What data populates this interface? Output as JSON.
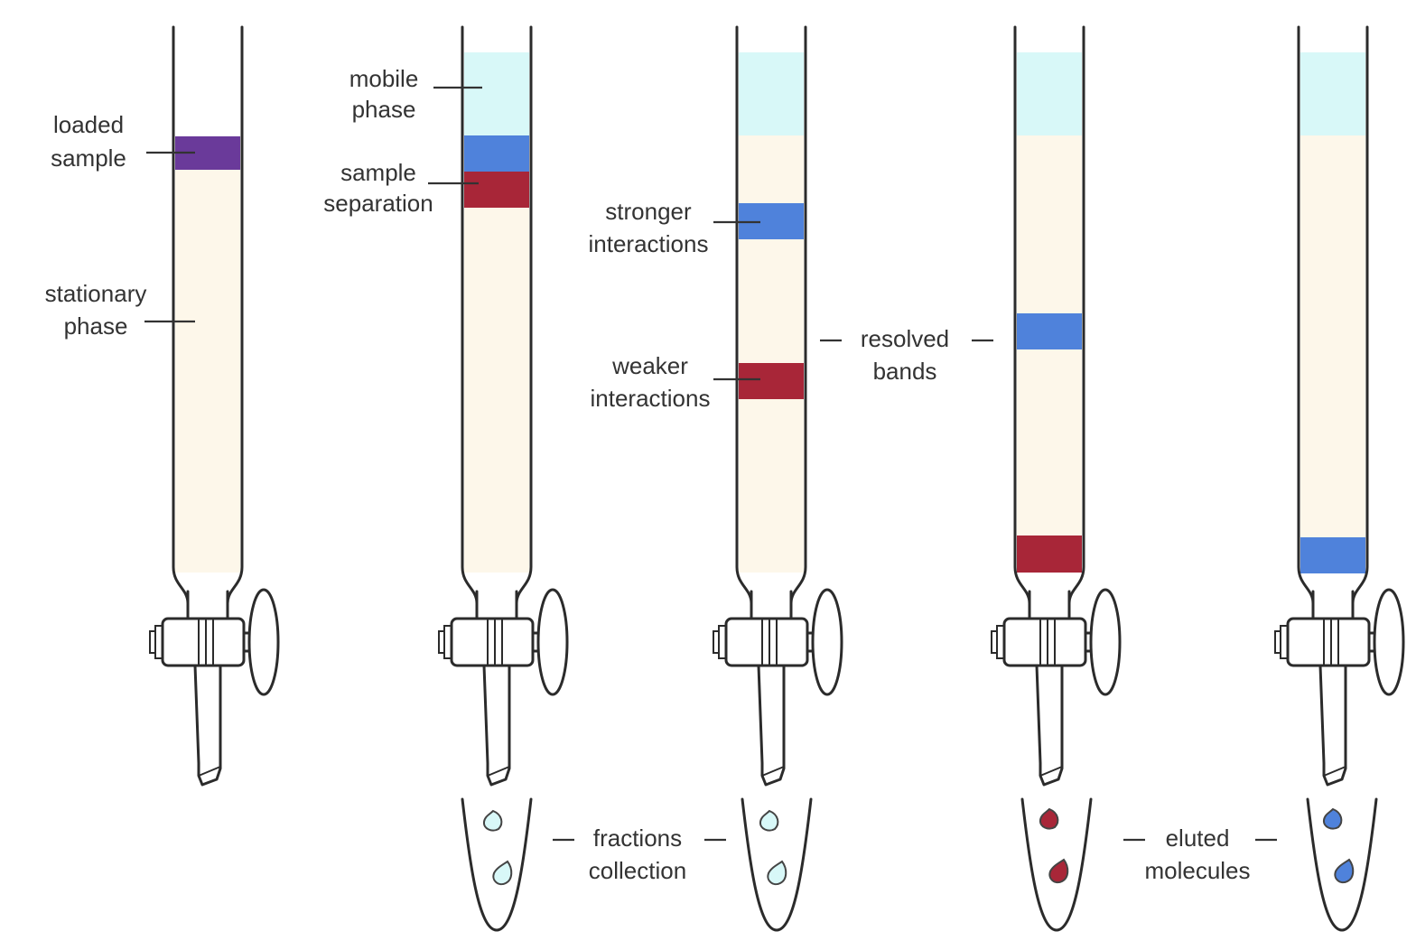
{
  "colors": {
    "stationary_phase": "#fdf7ea",
    "mobile_phase": "#d8f8f8",
    "loaded_sample": "#6a3a9a",
    "strong_band": "#4f82db",
    "weak_band": "#a82638",
    "glass_outline": "#2b2b2b"
  },
  "labels": {
    "loaded_sample": [
      "loaded",
      "sample"
    ],
    "stationary_phase": [
      "stationary",
      "phase"
    ],
    "mobile_phase": [
      "mobile",
      "phase"
    ],
    "sample_separation": [
      "sample",
      "separation"
    ],
    "stronger_interactions": [
      "stronger",
      "interactions"
    ],
    "weaker_interactions": [
      "weaker",
      "interactions"
    ],
    "resolved_bands": [
      "resolved",
      "bands"
    ],
    "fractions_collection": [
      "fractions",
      "collection"
    ],
    "eluted_molecules": [
      "eluted",
      "molecules"
    ]
  },
  "icons": [
    "chromatography-column-icon",
    "stopcock-icon",
    "collection-tube-icon",
    "droplet-icon"
  ]
}
